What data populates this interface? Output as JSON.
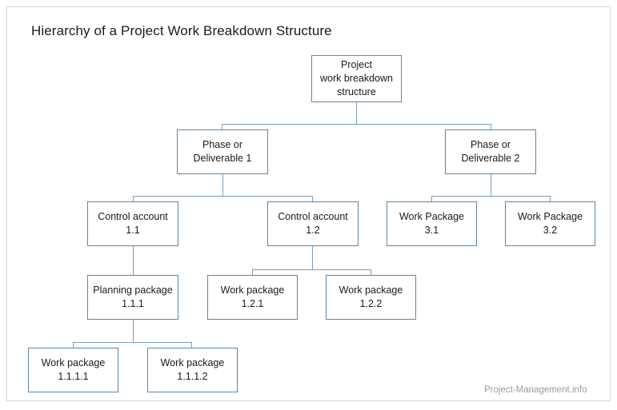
{
  "page": {
    "title": "Hierarchy of a Project Work Breakdown Structure",
    "footer": "Project-Management.info",
    "border_color": "#d6d6d6",
    "background": "#ffffff"
  },
  "diagram": {
    "type": "tree",
    "node_border_color": "#5b87a8",
    "connector_color": "#7a9fba",
    "node_text_color": "#1a1a1a",
    "nodes": [
      {
        "id": "root",
        "label": "Project\nwork breakdown\nstructure",
        "level": 0
      },
      {
        "id": "p1",
        "label": "Phase or\nDeliverable 1",
        "level": 1
      },
      {
        "id": "p2",
        "label": "Phase or\nDeliverable 2",
        "level": 1
      },
      {
        "id": "ca11",
        "label": "Control account\n1.1",
        "level": 2
      },
      {
        "id": "ca12",
        "label": "Control account\n1.2",
        "level": 2
      },
      {
        "id": "wp31",
        "label": "Work Package\n3.1",
        "level": 2
      },
      {
        "id": "wp32",
        "label": "Work Package\n3.2",
        "level": 2
      },
      {
        "id": "pp111",
        "label": "Planning package\n1.1.1",
        "level": 3
      },
      {
        "id": "wp121",
        "label": "Work package\n1.2.1",
        "level": 3
      },
      {
        "id": "wp122",
        "label": "Work package\n1.2.2",
        "level": 3
      },
      {
        "id": "wp1111",
        "label": "Work package\n1.1.1.1",
        "level": 4
      },
      {
        "id": "wp1112",
        "label": "Work package\n1.1.1.2",
        "level": 4
      }
    ],
    "edges": [
      {
        "from": "root",
        "to": "p1"
      },
      {
        "from": "root",
        "to": "p2"
      },
      {
        "from": "p1",
        "to": "ca11"
      },
      {
        "from": "p1",
        "to": "ca12"
      },
      {
        "from": "p2",
        "to": "wp31"
      },
      {
        "from": "p2",
        "to": "wp32"
      },
      {
        "from": "ca11",
        "to": "pp111"
      },
      {
        "from": "ca12",
        "to": "wp121"
      },
      {
        "from": "ca12",
        "to": "wp122"
      },
      {
        "from": "pp111",
        "to": "wp1111"
      },
      {
        "from": "pp111",
        "to": "wp1112"
      }
    ]
  }
}
